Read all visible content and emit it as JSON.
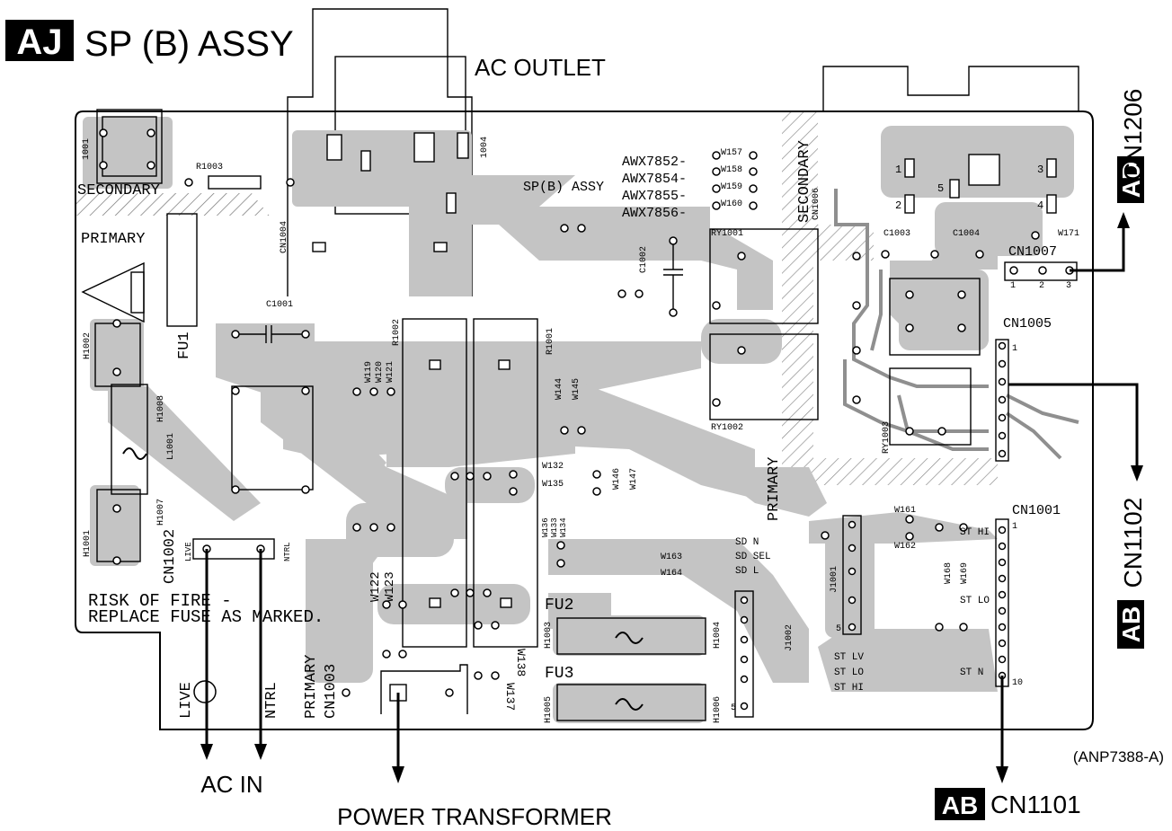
{
  "header": {
    "badge": "AJ",
    "title": "SP (B) ASSY"
  },
  "callouts": {
    "ac_outlet": "AC OUTLET",
    "ac_in": "AC IN",
    "power_transformer": "POWER TRANSFORMER",
    "part_number": "(ANP7388-A)"
  },
  "connectors": {
    "top": {
      "badge": "AD",
      "label": "CN1206"
    },
    "middle": {
      "badge": "AB",
      "label": "CN1102"
    },
    "bottom": {
      "badge": "AB",
      "label": "CN1101"
    }
  },
  "board_text": {
    "secondary_left": "SECONDARY",
    "secondary_right": "SECONDARY",
    "primary_top": "PRIMARY",
    "primary_mid": "PRIMARY",
    "primary_bottom": "PRIMARY",
    "sp_b_assy": "SP(B) ASSY",
    "warning_line1": "RISK OF FIRE -",
    "warning_line2": "REPLACE FUSE AS MARKED.",
    "live": "LIVE",
    "ntrl": "NTRL",
    "fu1": "FU1",
    "fu2": "FU2",
    "fu3": "FU3",
    "cn1002": "CN1002",
    "cn1003": "CN1003",
    "cn1001": "CN1001",
    "cn1005": "CN1005",
    "cn1007": "CN1007",
    "cn1004": "CN1004",
    "cn1006": "CN1006",
    "j1001": "J1001",
    "j1002": "J1002",
    "ry1001": "RY1001",
    "ry1002": "RY1002",
    "ry1003": "RY1003",
    "r1003": "R1003",
    "r1002": "R1002",
    "r1001": "R1001",
    "c1001": "C1001",
    "c1002": "C1002",
    "c1003": "C1003",
    "c1004": "C1004",
    "l1001": "L1001",
    "h1001": "H1001",
    "h1002": "H1002",
    "h1003": "H1003",
    "h1004": "H1004",
    "h1005": "H1005",
    "h1006": "H1006",
    "h1007": "H1007",
    "h1008": "H1008",
    "p1001": "1001",
    "p1004": "1004",
    "live_small": "LIVE",
    "ntrl_small": "NTRL"
  },
  "awx_parts": [
    {
      "part": "AWX7852-",
      "wire": "W157"
    },
    {
      "part": "AWX7854-",
      "wire": "W158"
    },
    {
      "part": "AWX7855-",
      "wire": "W159"
    },
    {
      "part": "AWX7856-",
      "wire": "W160"
    }
  ],
  "wires": {
    "w119": "W119",
    "w120": "W120",
    "w121": "W121",
    "w122": "W122",
    "w123": "W123",
    "w132": "W132",
    "w135": "W135",
    "w136": "W136",
    "w133": "W133",
    "w134": "W134",
    "w137": "W137",
    "w138": "W138",
    "w144": "W144",
    "w145": "W145",
    "w146": "W146",
    "w147": "W147",
    "w161": "W161",
    "w162": "W162",
    "w163": "W163",
    "w164": "W164",
    "w168": "W168",
    "w169": "W169",
    "w171": "W171"
  },
  "signals": {
    "sd_n": "SD N",
    "sd_sel": "SD SEL",
    "sd_l": "SD L",
    "st_hi": "ST HI",
    "st_lo": "ST LO",
    "st_n": "ST N",
    "st_lv2": "ST LV",
    "st_lo2": "ST LO",
    "st_hi2": "ST HI"
  },
  "pins": {
    "one": "1",
    "two": "2",
    "three": "3",
    "four": "4",
    "five": "5",
    "ten": "10"
  }
}
